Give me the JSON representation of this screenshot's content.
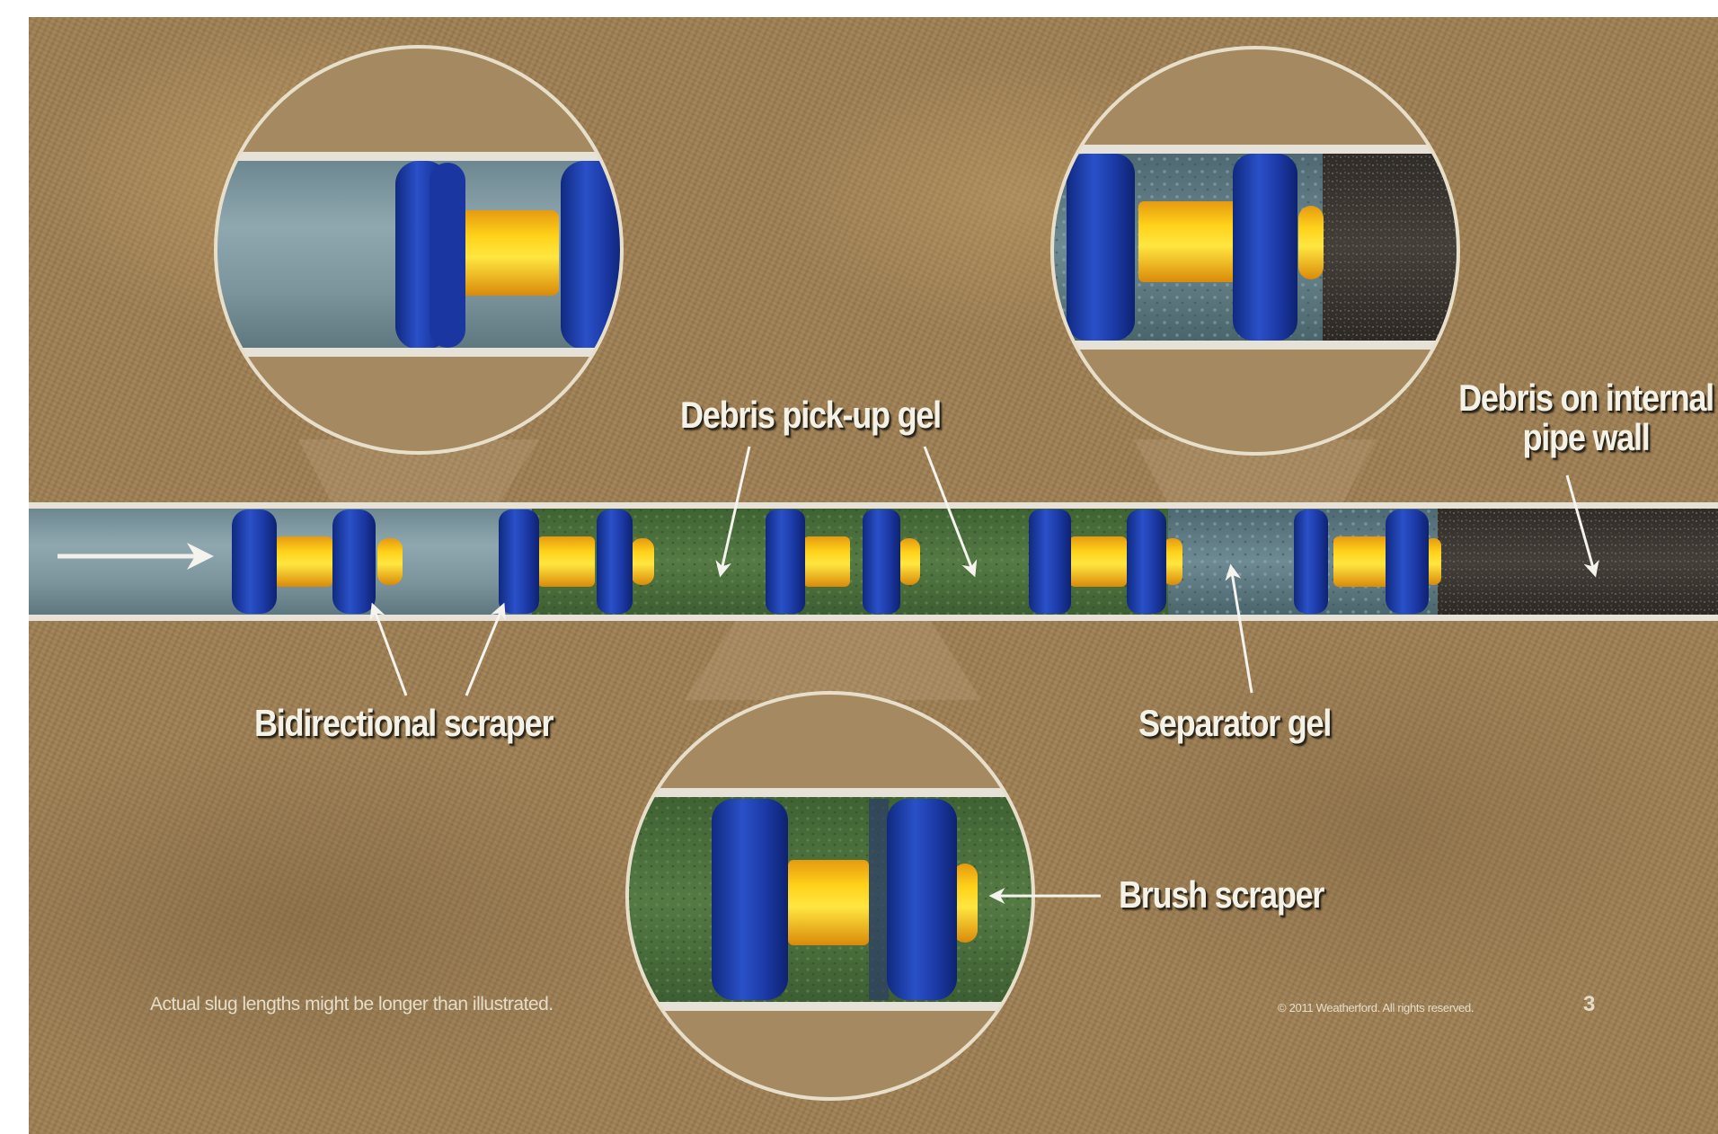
{
  "diagram": {
    "subject": "Pipeline pig train cleaning with gels",
    "colors": {
      "soil": "#9d7f55",
      "pipe_wall": "#e6e2d8",
      "pipe_clean": "#7d97a0",
      "debris_pickup_gel": "#4b6e3e",
      "separator_gel": "#5f7c84",
      "debris": "#3a3631",
      "scraper_disc": "#1f3fa8",
      "pig_body": "#f5c20a",
      "inset_ring": "#e8dfca",
      "label_text": "#f4f1e6"
    },
    "labels": {
      "debris_pickup_gel": "Debris pick-up gel",
      "debris_on_wall_line1": "Debris on internal",
      "debris_on_wall_line2": "pipe wall",
      "bidirectional_scraper": "Bidirectional scraper",
      "separator_gel": "Separator gel",
      "brush_scraper": "Brush scraper"
    },
    "insets": [
      {
        "name": "bidirectional-scraper-detail",
        "contents": "clean pipe + bidirectional scraper"
      },
      {
        "name": "separator-gel-debris-detail",
        "contents": "separator gel + scraper + debris"
      },
      {
        "name": "brush-scraper-detail",
        "contents": "debris pick-up gel + brush scraper"
      }
    ],
    "flow_direction": "left-to-right"
  },
  "footer": {
    "note": "Actual slug lengths might be longer than illustrated.",
    "copyright": "© 2011 Weatherford. All rights reserved.",
    "page_number": "3"
  }
}
